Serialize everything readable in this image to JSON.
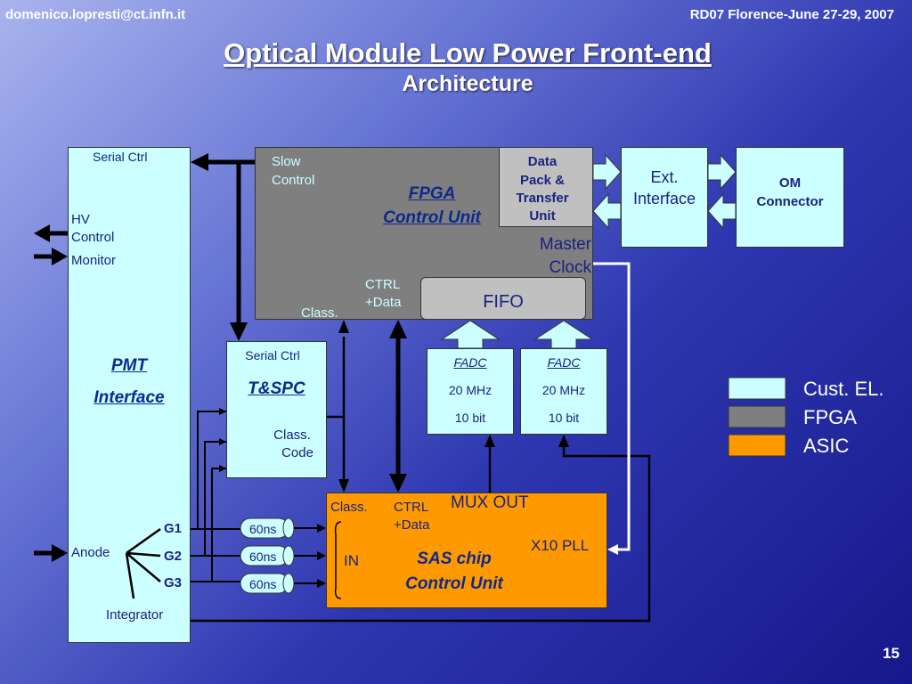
{
  "header": {
    "email": "domenico.lopresti@ct.infn.it",
    "event": "RD07 Florence-June 27-29, 2007"
  },
  "title": "Optical Module Low Power Front-end",
  "subtitle": "Architecture",
  "pmt": {
    "serial_ctrl": "Serial Ctrl",
    "hv": "HV",
    "control": "Control",
    "monitor": "Monitor",
    "name_line1": "PMT",
    "name_line2": "Interface",
    "anode": "Anode",
    "g1": "G1",
    "g2": "G2",
    "g3": "G3",
    "integrator": "Integrator"
  },
  "fpga": {
    "slow": "Slow",
    "control": "Control",
    "name_line1": "FPGA",
    "name_line2": "Control Unit",
    "master": "Master",
    "clock": "Clock",
    "ctrl": "CTRL",
    "data": "+Data",
    "class": "Class."
  },
  "datapack": {
    "line1": "Data",
    "line2": "Pack &",
    "line3": "Transfer",
    "line4": "Unit"
  },
  "fifo": "FIFO",
  "ext_interface": {
    "line1": "Ext.",
    "line2": "Interface"
  },
  "om_connector": {
    "line1": "OM",
    "line2": "Connector"
  },
  "tspc": {
    "serial_ctrl": "Serial Ctrl",
    "name": "T&SPC",
    "class": "Class.",
    "code": "Code"
  },
  "fadc": [
    {
      "name": "FADC",
      "rate": "20 MHz",
      "bits": "10 bit"
    },
    {
      "name": "FADC",
      "rate": "20 MHz",
      "bits": "10 bit"
    }
  ],
  "sas": {
    "mux_out": "MUX OUT",
    "class": "Class.",
    "ctrl": "CTRL",
    "data": "+Data",
    "pll": "X10 PLL",
    "in": "IN",
    "name_line1": "SAS chip",
    "name_line2": "Control Unit"
  },
  "delays": [
    "60ns",
    "60ns",
    "60ns"
  ],
  "legend": [
    {
      "label": "Cust. EL.",
      "color": "#ccffff"
    },
    {
      "label": "FPGA",
      "color": "#7f7f7f"
    },
    {
      "label": "ASIC",
      "color": "#ff9900"
    }
  ],
  "page_number": "15"
}
